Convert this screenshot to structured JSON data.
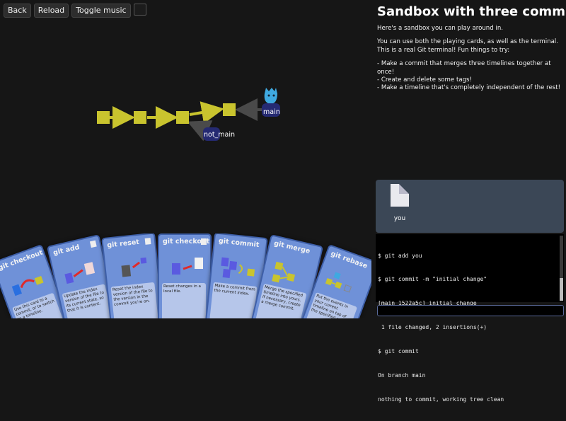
{
  "toolbar": {
    "back": "Back",
    "reload": "Reload",
    "toggle_music": "Toggle music"
  },
  "graph": {
    "branches": [
      "main",
      "not_main"
    ]
  },
  "level": {
    "title": "Sandbox with three commits",
    "intro": "Here's a sandbox you can play around in.",
    "body": "You can use both the playing cards, as well as the terminal. This is a real Git terminal! Fun things to try:",
    "tips": [
      "- Make a commit that merges three timelines together at once!",
      "- Create and delete some tags!",
      "- Make a timeline that's completely independent of the rest!"
    ]
  },
  "files": [
    {
      "name": "you"
    }
  ],
  "terminal": {
    "lines": [
      "$ git add you",
      "$ git commit -m \"initial change\"",
      "[main 1522a5c] initial change",
      " 1 file changed, 2 insertions(+)",
      "$ git commit",
      "On branch main",
      "nothing to commit, working tree clean"
    ],
    "input_value": ""
  },
  "cards": [
    {
      "name": "git checkout",
      "desc": "Use this card to a commit, or to switch to a timeline."
    },
    {
      "name": "git add",
      "desc": "Update the index version of the file to its current state, so that it is content."
    },
    {
      "name": "git reset",
      "desc": "Reset the index version of the file to the version in the commit you're on."
    },
    {
      "name": "git checkout",
      "desc": "Reset changes in a local file."
    },
    {
      "name": "git commit",
      "desc": "Make a commit from the current index."
    },
    {
      "name": "git merge",
      "desc": "Merge the specified timeline into yours. If necessary, create a merge commit."
    },
    {
      "name": "git rebase",
      "desc": "Put the events in your current timeline on top of the specified one."
    }
  ],
  "colors": {
    "commit": "#c9c42e",
    "branch_label": "#252a72",
    "head": "#3fa9e0",
    "card": "#6f91d8"
  }
}
